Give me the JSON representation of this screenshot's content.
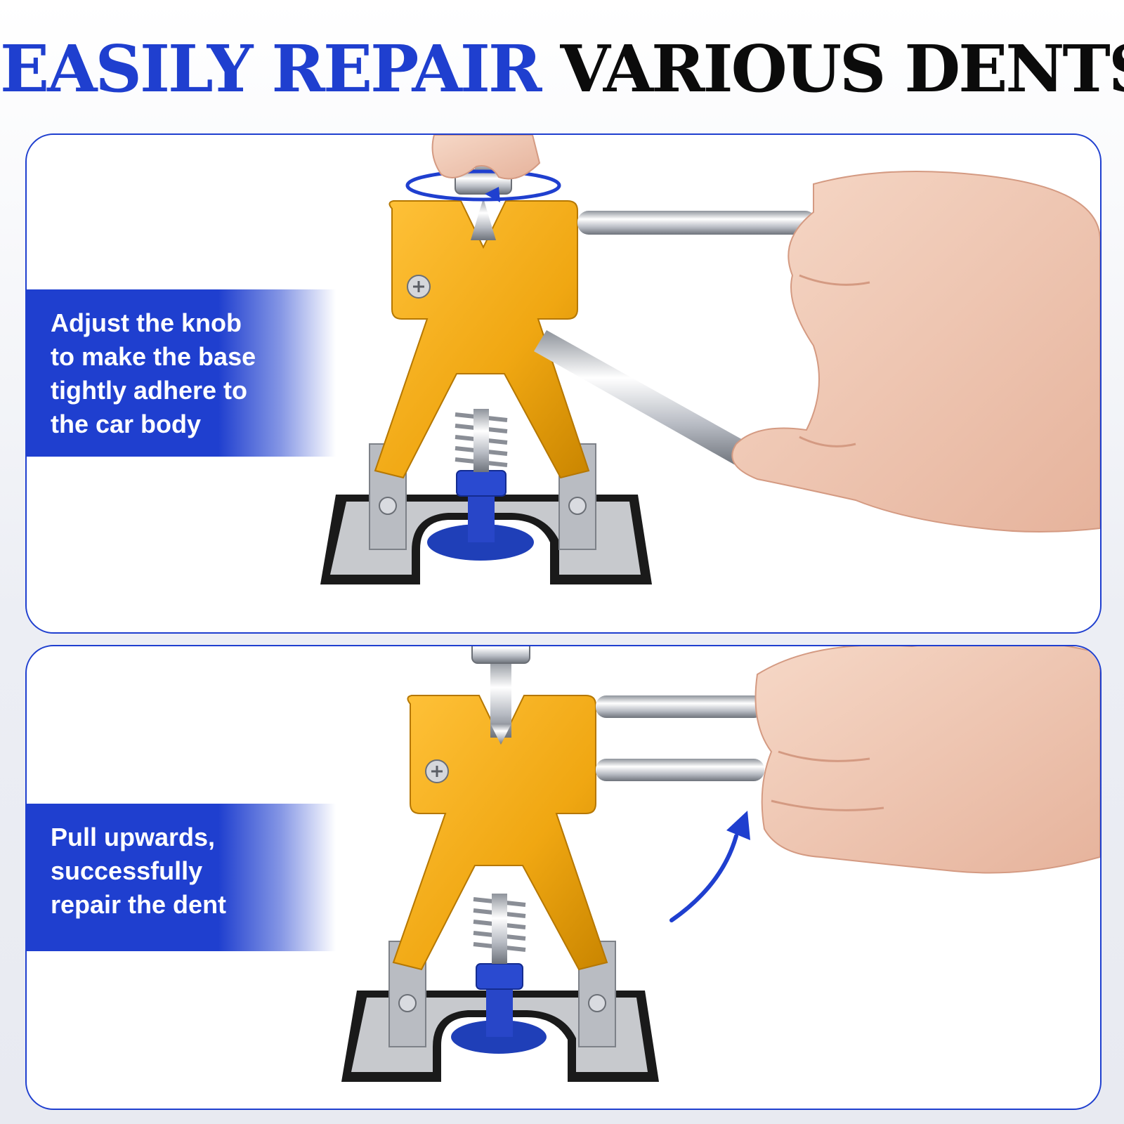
{
  "headline": {
    "part_blue": "EASILY REPAIR",
    "part_black": "VARIOUS DENTS"
  },
  "steps": [
    {
      "caption_lines": [
        "Adjust the knob",
        "to make the base",
        "tightly adhere to",
        "the car body"
      ]
    },
    {
      "caption_lines": [
        "Pull upwards,",
        "successfully",
        "repair the dent"
      ]
    }
  ],
  "colors": {
    "accent_blue": "#1f3fcf",
    "tool_gold": "#f0a712",
    "suction_blue": "#1f3fb8",
    "pad_black": "#1a1a1a",
    "chrome": "#c9ccd2"
  }
}
